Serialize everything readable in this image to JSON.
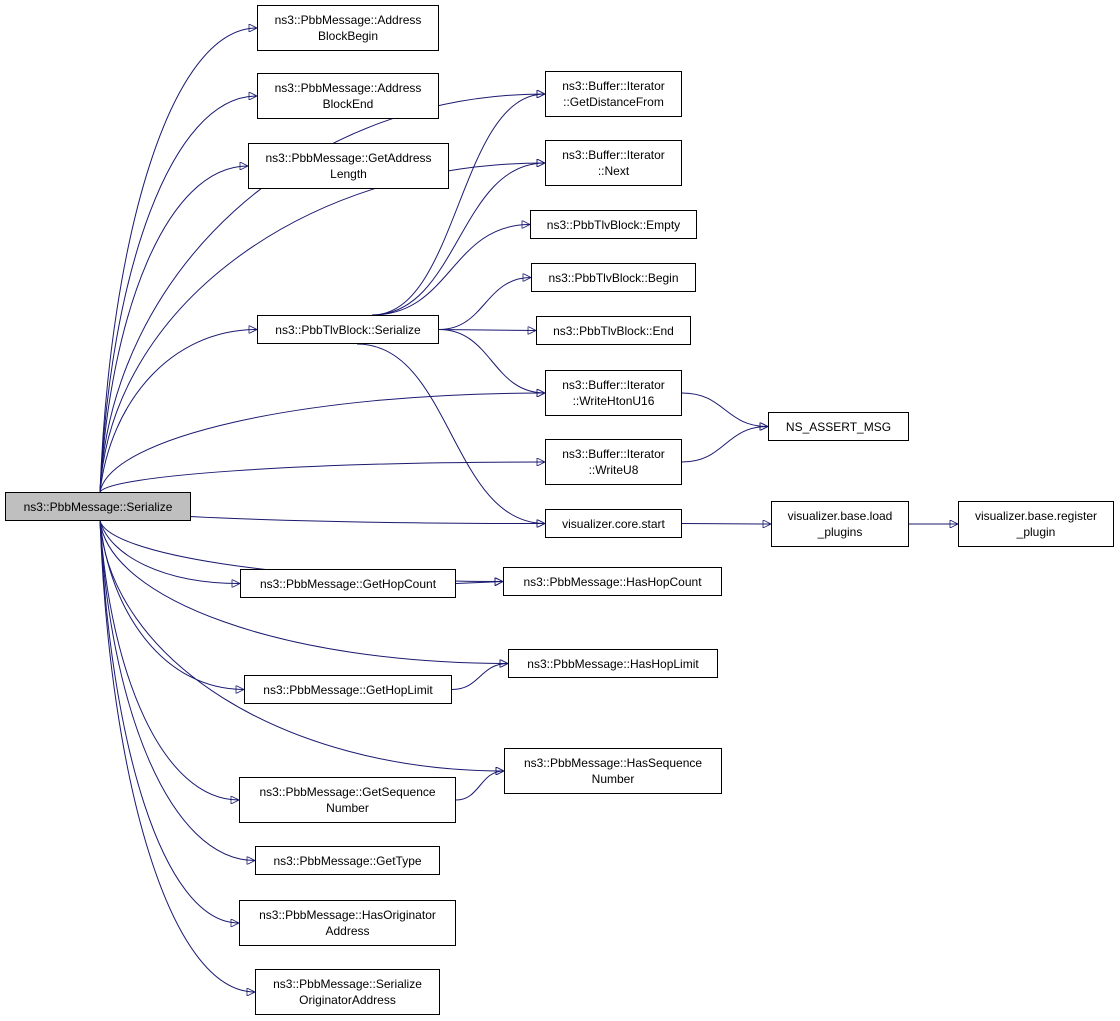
{
  "colors": {
    "edge": "#191970",
    "root_fill": "#bfbfbf",
    "node_fill": "#ffffff",
    "border": "#000000"
  },
  "nodes": {
    "root": {
      "lines": [
        "ns3::PbbMessage::Serialize"
      ]
    },
    "abb": {
      "lines": [
        "ns3::PbbMessage::Address",
        "BlockBegin"
      ]
    },
    "abe": {
      "lines": [
        "ns3::PbbMessage::Address",
        "BlockEnd"
      ]
    },
    "gal": {
      "lines": [
        "ns3::PbbMessage::GetAddress",
        "Length"
      ]
    },
    "tlvser": {
      "lines": [
        "ns3::PbbTlvBlock::Serialize"
      ]
    },
    "gdf": {
      "lines": [
        "ns3::Buffer::Iterator",
        "::GetDistanceFrom"
      ]
    },
    "next": {
      "lines": [
        "ns3::Buffer::Iterator",
        "::Next"
      ]
    },
    "empty": {
      "lines": [
        "ns3::PbbTlvBlock::Empty"
      ]
    },
    "begin": {
      "lines": [
        "ns3::PbbTlvBlock::Begin"
      ]
    },
    "end": {
      "lines": [
        "ns3::PbbTlvBlock::End"
      ]
    },
    "whu16": {
      "lines": [
        "ns3::Buffer::Iterator",
        "::WriteHtonU16"
      ]
    },
    "wu8": {
      "lines": [
        "ns3::Buffer::Iterator",
        "::WriteU8"
      ]
    },
    "assert": {
      "lines": [
        "NS_ASSERT_MSG"
      ]
    },
    "vstart": {
      "lines": [
        "visualizer.core.start"
      ]
    },
    "vload": {
      "lines": [
        "visualizer.base.load",
        "_plugins"
      ]
    },
    "vreg": {
      "lines": [
        "visualizer.base.register",
        "_plugin"
      ]
    },
    "ghc": {
      "lines": [
        "ns3::PbbMessage::GetHopCount"
      ]
    },
    "hhc": {
      "lines": [
        "ns3::PbbMessage::HasHopCount"
      ]
    },
    "hhl": {
      "lines": [
        "ns3::PbbMessage::HasHopLimit"
      ]
    },
    "ghl": {
      "lines": [
        "ns3::PbbMessage::GetHopLimit"
      ]
    },
    "hsn": {
      "lines": [
        "ns3::PbbMessage::HasSequence",
        "Number"
      ]
    },
    "gsn": {
      "lines": [
        "ns3::PbbMessage::GetSequence",
        "Number"
      ]
    },
    "gtype": {
      "lines": [
        "ns3::PbbMessage::GetType"
      ]
    },
    "hoa": {
      "lines": [
        "ns3::PbbMessage::HasOriginator",
        "Address"
      ]
    },
    "soa": {
      "lines": [
        "ns3::PbbMessage::Serialize",
        "OriginatorAddress"
      ]
    }
  },
  "edges": [
    [
      "root",
      "abb"
    ],
    [
      "root",
      "abe"
    ],
    [
      "root",
      "gal"
    ],
    [
      "root",
      "tlvser"
    ],
    [
      "root",
      "gdf"
    ],
    [
      "root",
      "next"
    ],
    [
      "root",
      "whu16"
    ],
    [
      "root",
      "wu8"
    ],
    [
      "root",
      "vstart"
    ],
    [
      "root",
      "ghc"
    ],
    [
      "root",
      "hhc"
    ],
    [
      "root",
      "hhl"
    ],
    [
      "root",
      "ghl"
    ],
    [
      "root",
      "hsn"
    ],
    [
      "root",
      "gsn"
    ],
    [
      "root",
      "gtype"
    ],
    [
      "root",
      "hoa"
    ],
    [
      "root",
      "soa"
    ],
    [
      "tlvser",
      "gdf"
    ],
    [
      "tlvser",
      "next"
    ],
    [
      "tlvser",
      "empty"
    ],
    [
      "tlvser",
      "begin"
    ],
    [
      "tlvser",
      "end"
    ],
    [
      "tlvser",
      "whu16"
    ],
    [
      "tlvser",
      "vstart"
    ],
    [
      "whu16",
      "assert"
    ],
    [
      "wu8",
      "assert"
    ],
    [
      "vstart",
      "vload"
    ],
    [
      "vload",
      "vreg"
    ],
    [
      "ghc",
      "hhc"
    ],
    [
      "ghl",
      "hhl"
    ],
    [
      "gsn",
      "hsn"
    ]
  ]
}
